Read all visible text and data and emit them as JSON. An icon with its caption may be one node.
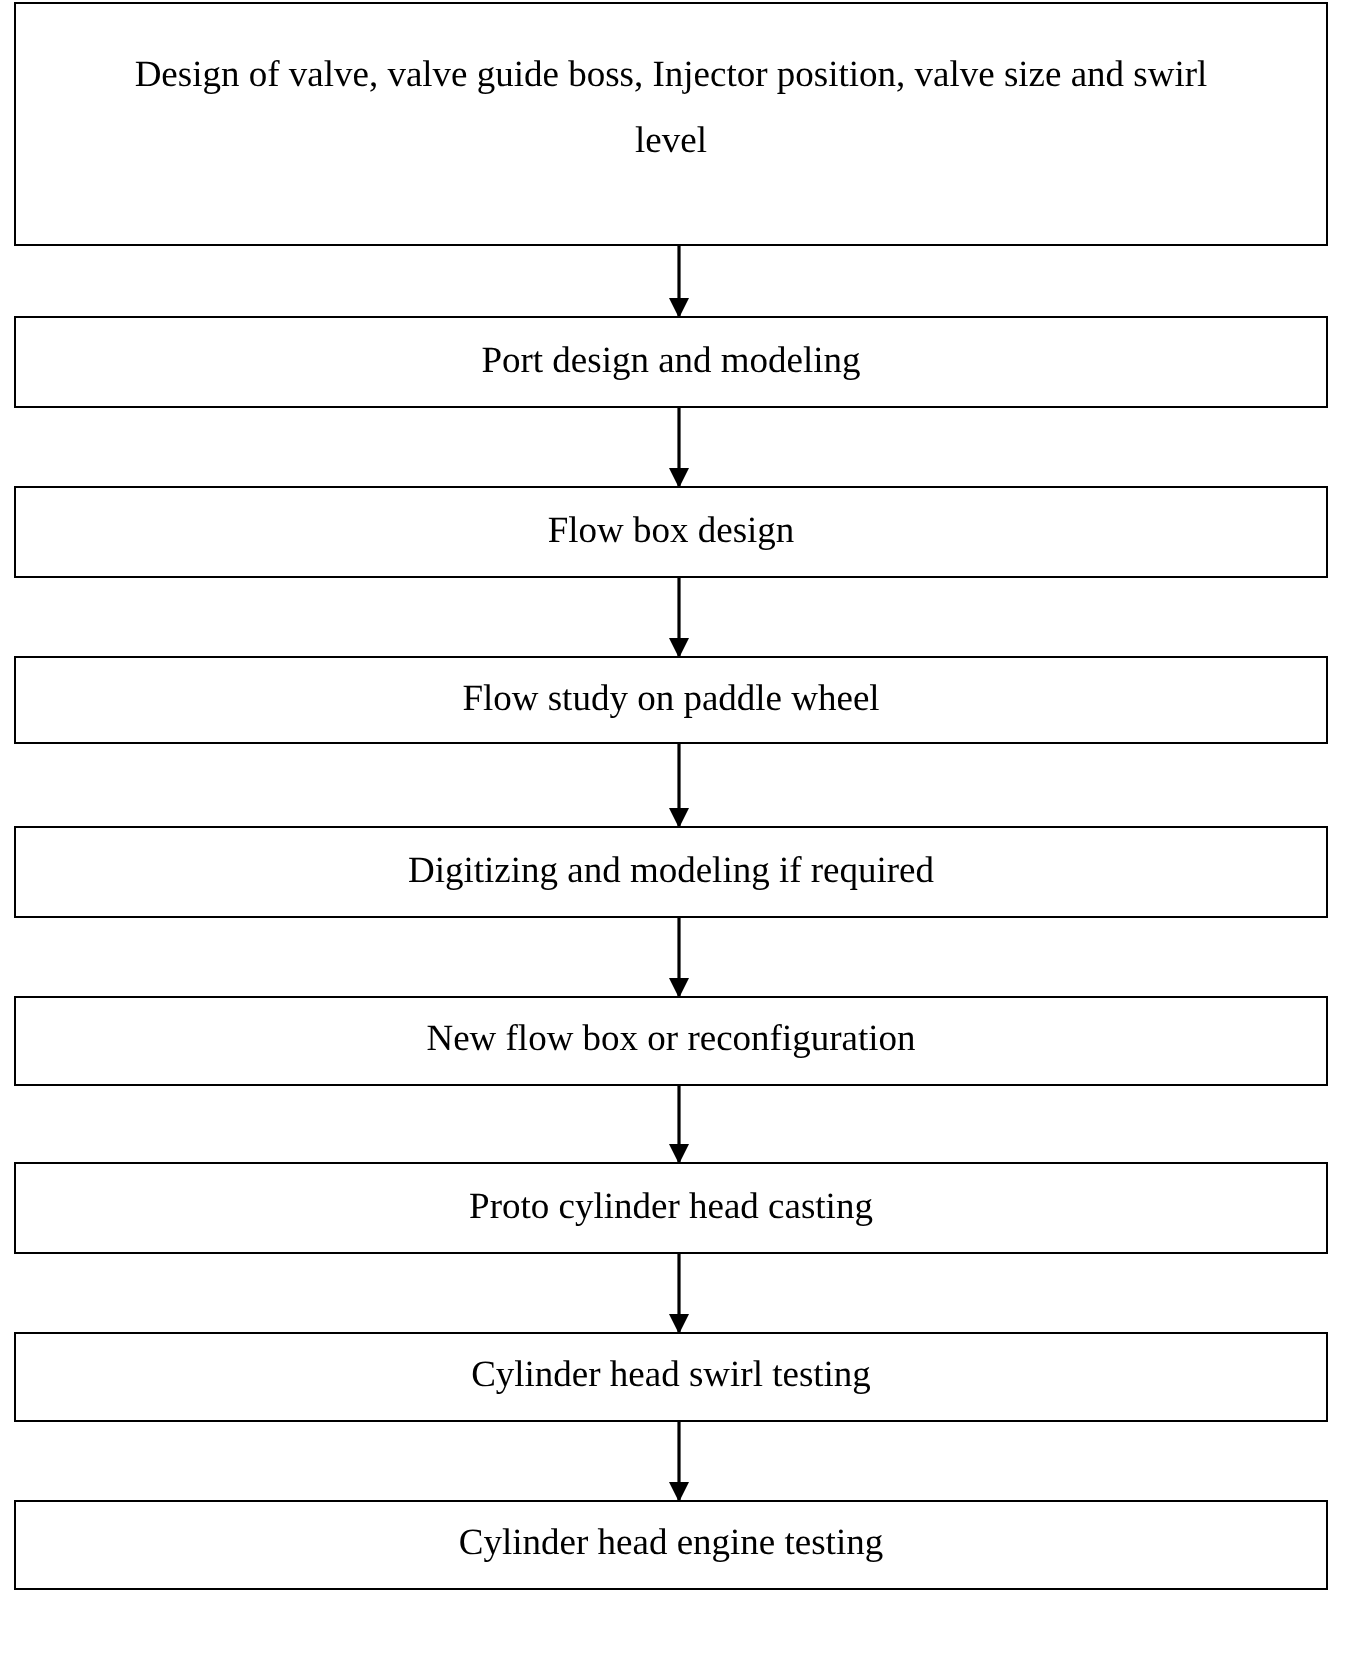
{
  "diagram": {
    "nodes": [
      {
        "text": [
          "Design of valve, valve guide boss, Injector position, valve size and swirl level"
        ]
      },
      {
        "text": [
          "Port design and modeling"
        ]
      },
      {
        "text": [
          "Flow box design"
        ]
      },
      {
        "text": [
          "Flow study on paddle wheel"
        ]
      },
      {
        "text": [
          "Digitizing and modeling if required"
        ]
      },
      {
        "text": [
          "New flow box or reconfiguration"
        ]
      },
      {
        "text": [
          "Proto cylinder head casting"
        ]
      },
      {
        "text": [
          "Cylinder head swirl testing"
        ]
      },
      {
        "text": [
          "Cylinder head engine testing"
        ]
      }
    ],
    "edges": [
      {
        "from": 0,
        "to": 1,
        "arrow": "to"
      },
      {
        "from": 1,
        "to": 2,
        "arrow": "to"
      },
      {
        "from": 2,
        "to": 3,
        "arrow": "to"
      },
      {
        "from": 3,
        "to": 4,
        "arrow": "to"
      },
      {
        "from": 4,
        "to": 5,
        "arrow": "to"
      },
      {
        "from": 5,
        "to": 6,
        "arrow": "to"
      },
      {
        "from": 6,
        "to": 7,
        "arrow": "to"
      },
      {
        "from": 7,
        "to": 8,
        "arrow": "to"
      }
    ]
  }
}
